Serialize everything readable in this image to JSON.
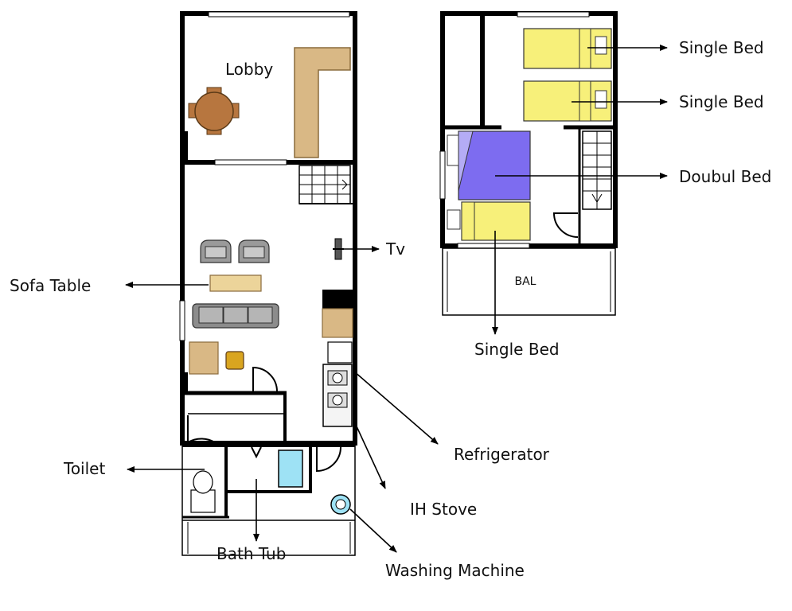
{
  "labels": {
    "lobby": "Lobby",
    "tv": "Tv",
    "sofa_table": "Sofa Table",
    "toilet": "Toilet",
    "bath_tub": "Bath Tub",
    "refrigerator": "Refrigerator",
    "ih_stove": "IH Stove",
    "washing_machine": "Washing Machine",
    "single_bed_1": "Single Bed",
    "single_bed_2": "Single Bed",
    "double_bed": "Doubul Bed",
    "single_bed_3": "Single Bed",
    "balcony": "BAL"
  },
  "colors": {
    "bed_yellow": "#f7f07a",
    "double_bed_blue": "#7d6cf0",
    "table_wood": "#ecd49a",
    "counter_wood": "#d9b885",
    "round_table": "#b7763f",
    "sofa_gray": "#8c8c8c",
    "bathtub_blue": "#9ee2f5",
    "chair_gold": "#d9a520"
  }
}
